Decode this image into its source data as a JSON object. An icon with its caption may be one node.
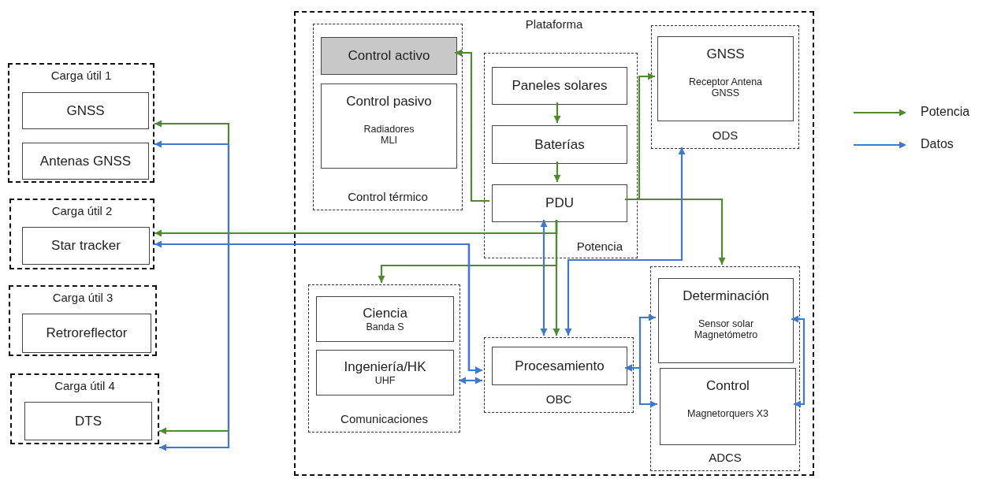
{
  "diagram": {
    "nodes": [
      {
        "text": [
          "Plataforma"
        ]
      },
      {
        "text": [
          "Control térmico"
        ],
        "in": 0
      },
      {
        "text": [
          "Control activo"
        ],
        "in": 1
      },
      {
        "text": [
          "Control pasivo",
          "Radiadores MLI"
        ],
        "in": 1
      },
      {
        "text": [
          "Potencia"
        ],
        "in": 0
      },
      {
        "text": [
          "Paneles solares"
        ],
        "in": 4
      },
      {
        "text": [
          "Baterías"
        ],
        "in": 4
      },
      {
        "text": [
          "PDU"
        ],
        "in": 4
      },
      {
        "text": [
          "ODS"
        ],
        "in": 0
      },
      {
        "text": [
          "GNSS",
          "Receptor Antena GNSS"
        ],
        "in": 8
      },
      {
        "text": [
          "Comunicaciones"
        ],
        "in": 0
      },
      {
        "text": [
          "Ciencia",
          "Banda S"
        ],
        "in": 10
      },
      {
        "text": [
          "Ingeniería/HK",
          "UHF"
        ],
        "in": 10
      },
      {
        "text": [
          "OBC"
        ],
        "in": 0
      },
      {
        "text": [
          "Procesamiento"
        ],
        "in": 13
      },
      {
        "text": [
          "ADCS"
        ],
        "in": 0
      },
      {
        "text": [
          "Determinación",
          "Sensor solar Magnetómetro"
        ],
        "in": 15
      },
      {
        "text": [
          "Control",
          "Magnetorquers X3"
        ],
        "in": 15
      },
      {
        "text": [
          "Carga útil 1"
        ]
      },
      {
        "text": [
          "GNSS"
        ],
        "in": 18
      },
      {
        "text": [
          "Antenas GNSS"
        ],
        "in": 18
      },
      {
        "text": [
          "Carga útil 2"
        ]
      },
      {
        "text": [
          "Star tracker"
        ],
        "in": 21
      },
      {
        "text": [
          "Carga útil 3"
        ]
      },
      {
        "text": [
          "Retroreflector"
        ],
        "in": 23
      },
      {
        "text": [
          "Carga útil 4"
        ]
      },
      {
        "text": [
          "DTS"
        ],
        "in": 25
      }
    ],
    "edges": [
      {
        "from": 5,
        "to": 6,
        "arrow": "to"
      },
      {
        "from": 6,
        "to": 7,
        "arrow": "to"
      },
      {
        "from": 7,
        "to": 2,
        "arrow": "to"
      },
      {
        "from": 7,
        "to": 9,
        "arrow": "to"
      },
      {
        "from": 7,
        "to": 15,
        "arrow": "to"
      },
      {
        "from": 7,
        "to": 10,
        "arrow": "to"
      },
      {
        "from": 7,
        "to": 13,
        "arrow": "to"
      },
      {
        "from": 7,
        "to": 18,
        "arrow": "to"
      },
      {
        "from": 7,
        "to": 21,
        "arrow": "to"
      },
      {
        "from": 7,
        "to": 25,
        "arrow": "to"
      },
      {
        "from": 7,
        "to": 13,
        "arrow": "both",
        "color": "#3f78d2"
      },
      {
        "from": 13,
        "to": 8,
        "arrow": "both",
        "color": "#3f78d2"
      },
      {
        "from": 13,
        "to": 18,
        "arrow": "both",
        "color": "#3f78d2"
      },
      {
        "from": 13,
        "to": 21,
        "arrow": "both",
        "color": "#3f78d2"
      },
      {
        "from": 13,
        "to": 25,
        "arrow": "both",
        "color": "#3f78d2"
      },
      {
        "from": 10,
        "to": 13,
        "arrow": "both",
        "color": "#3f78d2"
      },
      {
        "from": 14,
        "to": 16,
        "arrow": "both",
        "color": "#3f78d2"
      },
      {
        "from": 14,
        "to": 17,
        "arrow": "both",
        "color": "#3f78d2"
      },
      {
        "from": 16,
        "to": 17,
        "arrow": "both",
        "color": "#3f78d2"
      }
    ],
    "legend": [
      {
        "text": "Potencia"
      },
      {
        "text": "Datos"
      }
    ]
  }
}
